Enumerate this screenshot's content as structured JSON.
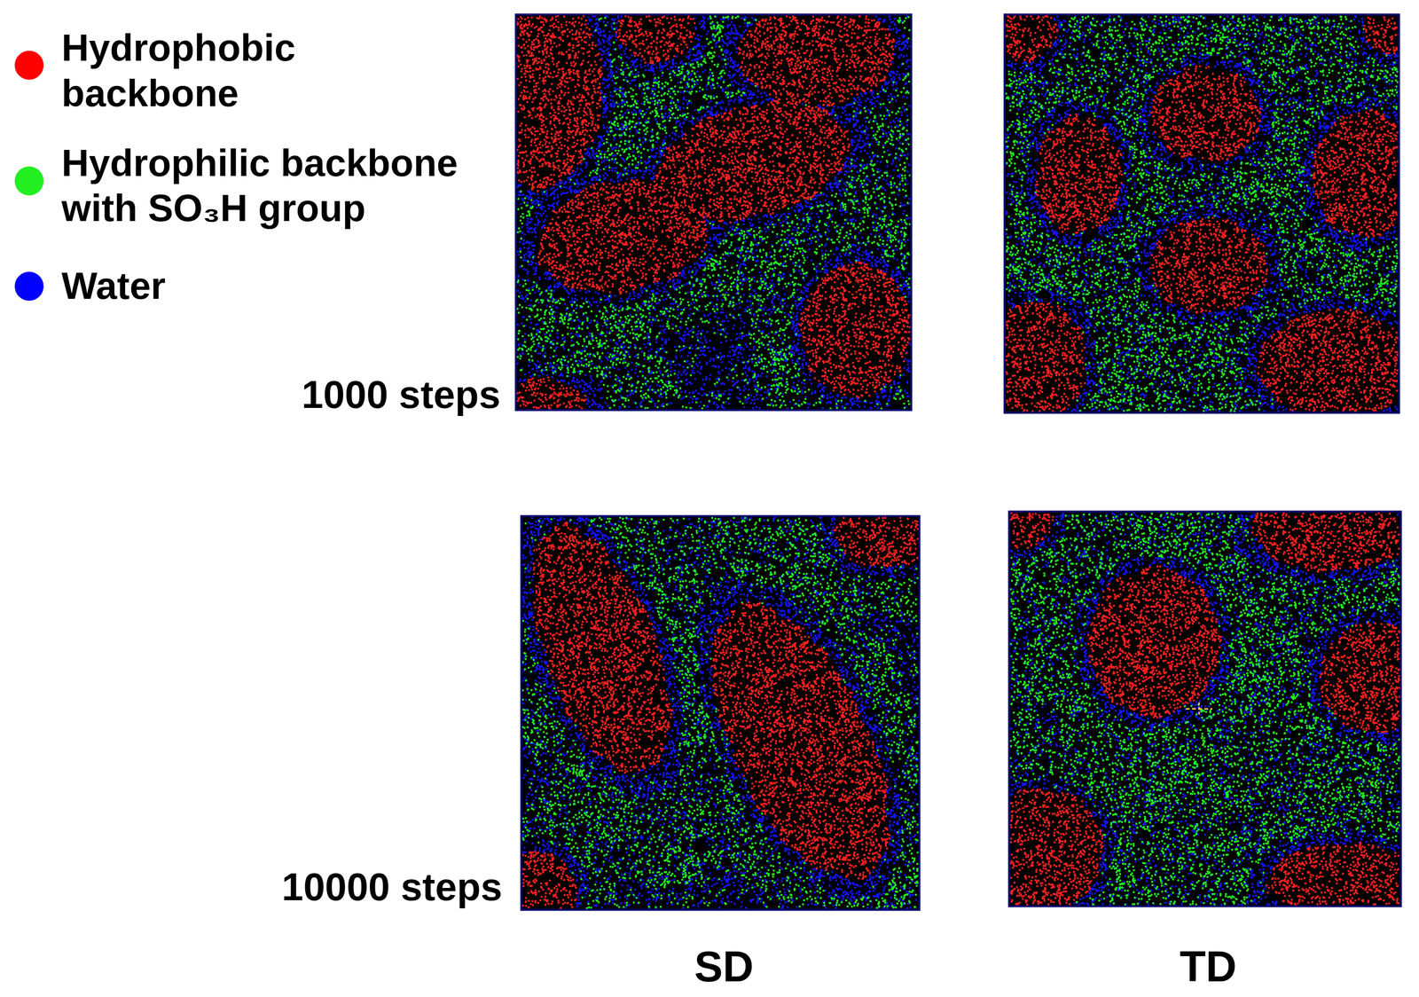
{
  "diagram": {
    "labels": [
      "1000 steps",
      "10000 steps",
      "SD",
      "TD"
    ],
    "legend": [
      {
        "text": "Hydrophobic backbone",
        "color": "#ff0000"
      },
      {
        "text": "Hydrophilic backbone with SO₃H group",
        "color": "#22ee22"
      },
      {
        "text": "Water",
        "color": "#0000ff"
      }
    ]
  }
}
